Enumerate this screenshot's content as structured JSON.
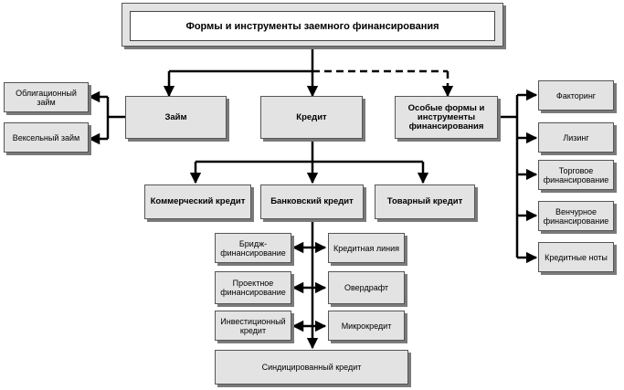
{
  "title": "Формы и инструменты заемного финансирования",
  "main": {
    "zaim": "Займ",
    "kredit": "Кредит",
    "osobye": "Особые формы и инструменты финансирования"
  },
  "zaim_types": {
    "obligatsionny": "Облигационный займ",
    "vekselny": "Вексельный займ"
  },
  "special": [
    "Факторинг",
    "Лизинг",
    "Торговое финансирование",
    "Венчурное финансирование",
    "Кредитные ноты"
  ],
  "credit_types": {
    "kommercheskiy": "Коммерческий кредит",
    "bankovskiy": "Банковский кредит",
    "tovarny": "Товарный кредит"
  },
  "bank_left": [
    "Бридж-финансирование",
    "Проектное финансирование",
    "Инвестиционный кредит"
  ],
  "bank_right": [
    "Кредитная линия",
    "Овердрафт",
    "Микрокредит"
  ],
  "syndicated": "Синдицированный кредит"
}
